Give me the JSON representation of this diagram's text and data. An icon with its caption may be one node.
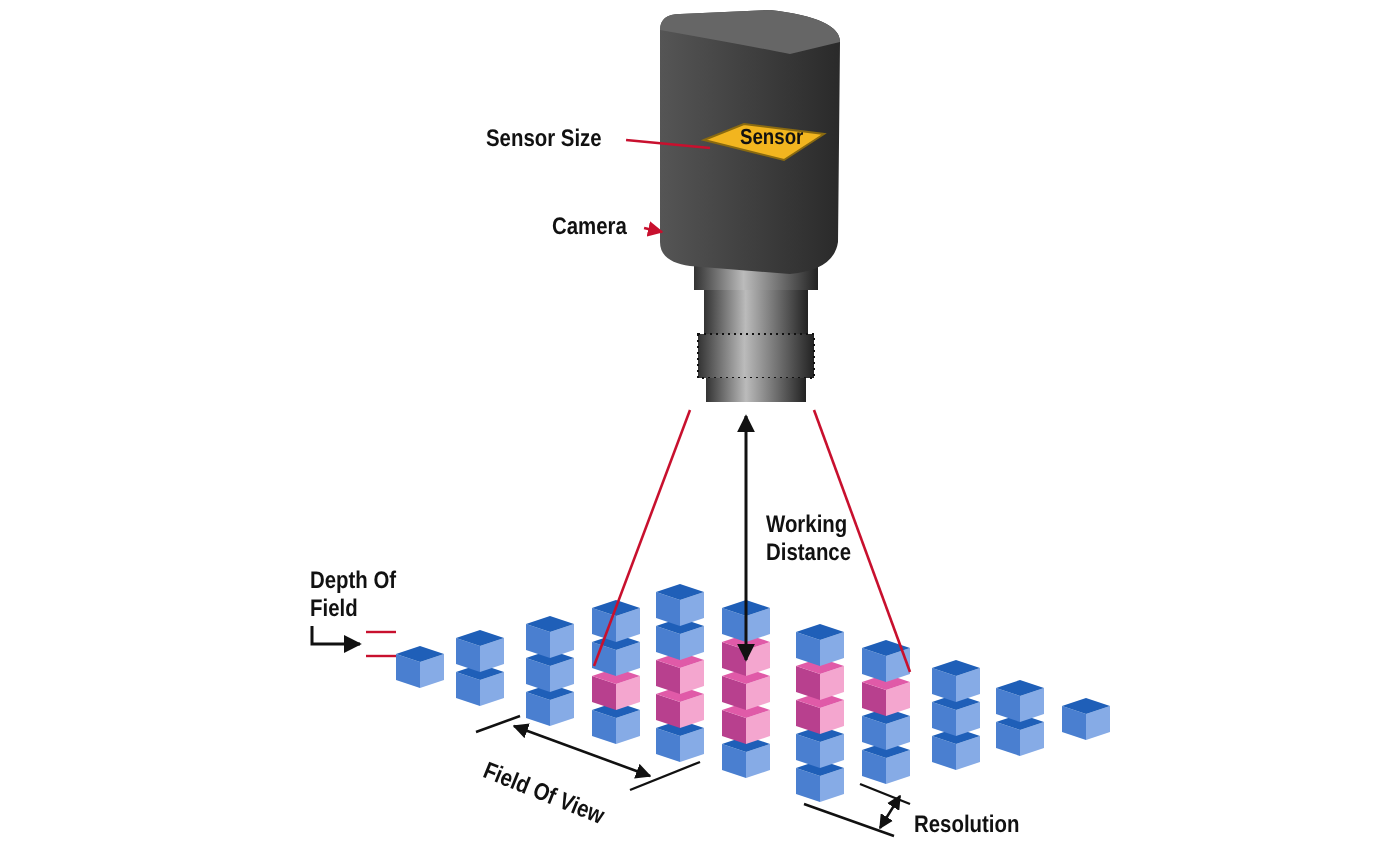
{
  "diagram": {
    "nodes": [
      {
        "text": [],
        "shape": "picture"
      },
      {
        "text": [
          "Sensor Size"
        ]
      },
      {
        "text": [
          "Sensor"
        ],
        "in": 0
      },
      {
        "text": [
          "Camera"
        ]
      }
    ],
    "edges": [
      {
        "from": 1,
        "to": 2,
        "arrow": "none"
      },
      {
        "from": 3,
        "to": 0,
        "arrow": "to"
      }
    ],
    "labels": [
      "Working Distance",
      "Depth Of Field",
      "Field Of View",
      "Resolution"
    ]
  }
}
